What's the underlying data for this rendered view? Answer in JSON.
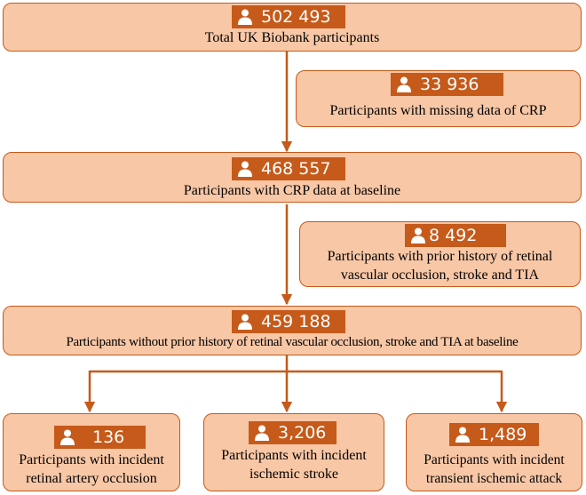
{
  "nodes": {
    "total": {
      "count": "502 493",
      "label": "Total UK Biobank participants"
    },
    "missing_crp": {
      "count": "33 936",
      "label": "Participants with missing data of CRP"
    },
    "crp_baseline": {
      "count": "468 557",
      "label": "Participants with CRP data at baseline"
    },
    "prior_history": {
      "count": "8 492",
      "label_line1": "Participants with prior history of retinal",
      "label_line2": "vascular occlusion, stroke and TIA"
    },
    "no_prior_history": {
      "count": "459 188",
      "label": "Participants without prior history of retinal vascular occlusion, stroke and TIA at baseline"
    },
    "rao": {
      "count": "136",
      "label_line1": "Participants with incident",
      "label_line2": "retinal artery occlusion"
    },
    "stroke": {
      "count": "3,206",
      "label_line1": "Participants with incident",
      "label_line2": "ischemic stroke"
    },
    "tia": {
      "count": "1,489",
      "label_line1": "Participants with incident",
      "label_line2": "transient ischemic attack"
    }
  },
  "colors": {
    "box_fill": "#f8c7a6",
    "box_border": "#c55a1a",
    "badge_fill": "#c55a1a",
    "arrow": "#c55a1a"
  },
  "icons": {
    "badge_icon": "person-icon"
  }
}
